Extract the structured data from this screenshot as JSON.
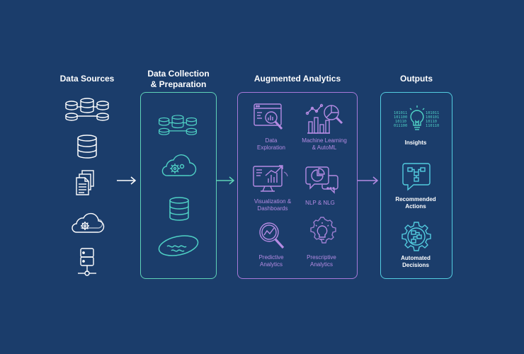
{
  "columns": {
    "sources": "Data Sources",
    "collection_line1": "Data Collection",
    "collection_line2": "& Preparation",
    "analytics": "Augmented Analytics",
    "outputs": "Outputs"
  },
  "analytics_items": {
    "exploration": [
      "Data",
      "Exploration"
    ],
    "ml": [
      "Machine Learning",
      "& AutoML"
    ],
    "visualization": [
      "Visualization &",
      "Dashboards"
    ],
    "nlp": [
      "NLP & NLG"
    ],
    "predictive": [
      "Predictive",
      "Analytics"
    ],
    "prescriptive": [
      "Prescriptive",
      "Analytics"
    ]
  },
  "output_items": {
    "insights": [
      "Insights"
    ],
    "recommended": [
      "Recommended",
      "Actions"
    ],
    "automated": [
      "Automated",
      "Decisions"
    ]
  },
  "binary_text": {
    "left": [
      "101011",
      "101100",
      "10110",
      "011100"
    ],
    "right": [
      "101011",
      "100101",
      "10110",
      "110110"
    ]
  },
  "colors": {
    "background": "#1b3d6b",
    "teal": "#4fd1c5",
    "purple": "#b58be3",
    "white": "#ffffff",
    "collection_border": "#5fd3b8",
    "analytics_border": "#a879d9",
    "outputs_border": "#53cde0"
  }
}
